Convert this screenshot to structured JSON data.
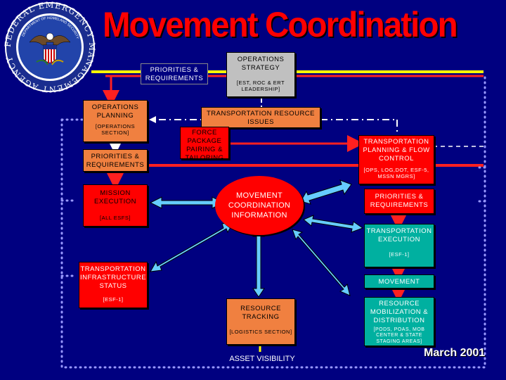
{
  "title": "Movement Coordination",
  "seal": {
    "ring_text": "FEDERAL EMERGENCY MANAGEMENT AGENCY",
    "inner_text": "DEPARTMENT OF HOMELAND SECURITY"
  },
  "colors": {
    "background": "#000080",
    "title": "#ff0000",
    "yellow_line": "#ffff00",
    "red_line": "#ff2020",
    "arrow_cyan": "#66ccff",
    "dotted": "#9999ff"
  },
  "boxes": {
    "priorities_top": "PRIORITIES & REQUIREMENTS",
    "ops_strategy": {
      "label": "OPERATIONS STRATEGY",
      "sub": "[EST, ROC & ERT LEADERSHIP]"
    },
    "ops_planning": {
      "label": "OPERATIONS PLANNING",
      "sub": "[OPERATIONS SECTION]"
    },
    "transport_resource": "TRANSPORTATION RESOURCE ISSUES",
    "force_package": "FORCE PACKAGE PAIRING & TAILORING",
    "priorities_left": "PRIORITIES & REQUIREMENTS",
    "transport_planning": {
      "label": "TRANSPORTATION PLANNING & FLOW CONTROL",
      "sub": "[OPS, LOG,DoT, ESF-5, MSSN MGRS]"
    },
    "mission_execution": {
      "label": "MISSION EXECUTION",
      "sub": "[ALL ESFs]"
    },
    "movement_info": "MOVEMENT COORDINATION INFORMATION",
    "priorities_right": "PRIORITIES & REQUIREMENTS",
    "transport_execution": {
      "label": "TRANSPORTATION EXECUTION",
      "sub": "[ESF-1]"
    },
    "transport_infra": {
      "label": "TRANSPORTATION INFRASTRUCTURE STATUS",
      "sub": "[ESF-1]"
    },
    "movement": "MOVEMENT",
    "resource_tracking": {
      "label": "RESOURCE TRACKING",
      "sub": "[LOGISTICS SECTION]"
    },
    "resource_mobilization": {
      "label": "RESOURCE MOBILIZATION & DISTRIBUTION",
      "sub": "[PODs, POAs, MOB CENTER & STATE STAGING AREAS]"
    },
    "asset_visibility": "ASSET VISIBILITY"
  },
  "date": "March 2001"
}
